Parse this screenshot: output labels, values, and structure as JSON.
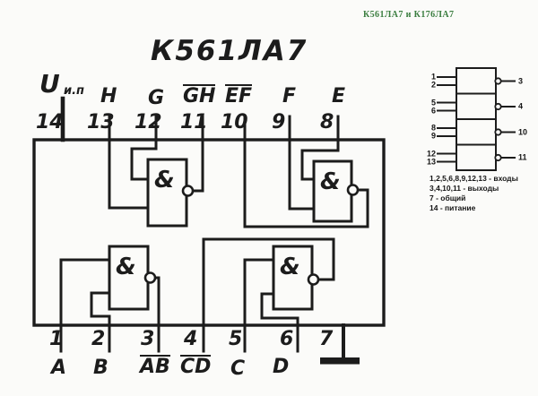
{
  "header": {
    "title": "К561ЛА7 и К176ЛА7"
  },
  "schematic": {
    "title": "К561ЛА7",
    "power_pin": {
      "symbol": "U",
      "subscript": "и.п"
    },
    "gate_symbol": "&",
    "top_pins": [
      {
        "number": "14",
        "label": ""
      },
      {
        "number": "13",
        "label": "H"
      },
      {
        "number": "12",
        "label": "G"
      },
      {
        "number": "11",
        "label": "GH",
        "inverted": true
      },
      {
        "number": "10",
        "label": "EF",
        "inverted": true
      },
      {
        "number": "9",
        "label": "F"
      },
      {
        "number": "8",
        "label": "E"
      }
    ],
    "bottom_pins": [
      {
        "number": "1",
        "label": "A"
      },
      {
        "number": "2",
        "label": "B"
      },
      {
        "number": "3",
        "label": "AB",
        "inverted": true
      },
      {
        "number": "4",
        "label": "CD",
        "inverted": true
      },
      {
        "number": "5",
        "label": "C"
      },
      {
        "number": "6",
        "label": "D"
      },
      {
        "number": "7",
        "label": ""
      }
    ]
  },
  "pinout": {
    "sections": [
      {
        "inputs": [
          "1",
          "2"
        ],
        "output": "3"
      },
      {
        "inputs": [
          "5",
          "6"
        ],
        "output": "4"
      },
      {
        "inputs": [
          "8",
          "9"
        ],
        "output": "10"
      },
      {
        "inputs": [
          "12",
          "13"
        ],
        "output": "11"
      }
    ],
    "legend": [
      "1,2,5,6,8,9,12,13 - входы",
      "3,4,10,11 - выходы",
      "7 - общий",
      "14 - питание"
    ]
  },
  "colors": {
    "ink": "#1c1c1c",
    "header_green": "#3a7d3f",
    "paper": "#fbfbf9"
  }
}
